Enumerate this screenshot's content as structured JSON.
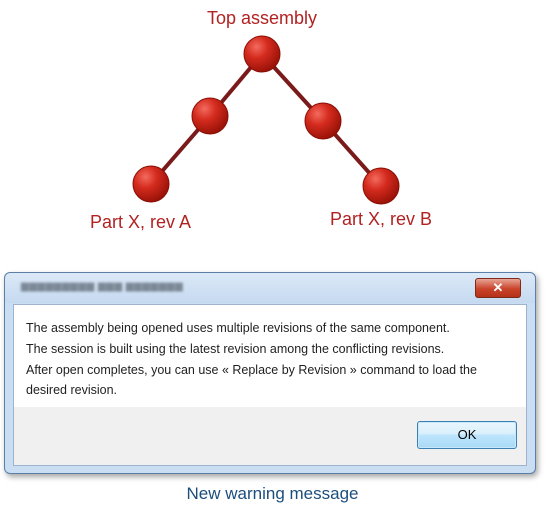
{
  "diagram": {
    "top_label": "Top assembly",
    "left_label": "Part X, rev A",
    "right_label": "Part X, rev B",
    "node_color": "#d42b1e",
    "edge_color": "#7a1a1a"
  },
  "dialog": {
    "close_label": "✕",
    "message_lines": [
      "The assembly being opened uses multiple revisions of the same component.",
      "The session is built using the latest revision among the conflicting revisions.",
      "After open completes, you can use « Replace by Revision » command to load the",
      "desired revision."
    ],
    "ok_label": "OK"
  },
  "caption": "New warning message"
}
